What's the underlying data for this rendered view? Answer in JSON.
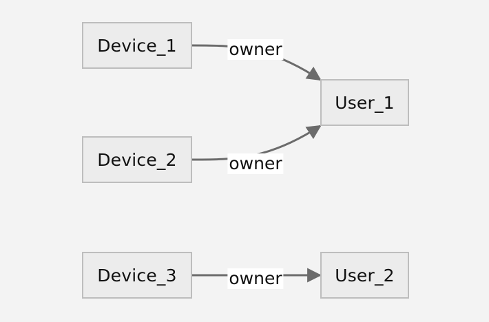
{
  "nodes": {
    "device_1": "Device_1",
    "device_2": "Device_2",
    "device_3": "Device_3",
    "user_1": "User_1",
    "user_2": "User_2"
  },
  "edges": [
    {
      "from": "Device_1",
      "to": "User_1",
      "label": "owner"
    },
    {
      "from": "Device_2",
      "to": "User_1",
      "label": "owner"
    },
    {
      "from": "Device_3",
      "to": "User_2",
      "label": "owner"
    }
  ],
  "colors": {
    "background": "#f3f3f3",
    "node_fill": "#ececec",
    "node_border": "#bdbdbd",
    "edge": "#6b6b6b",
    "label_background": "#ffffff"
  }
}
